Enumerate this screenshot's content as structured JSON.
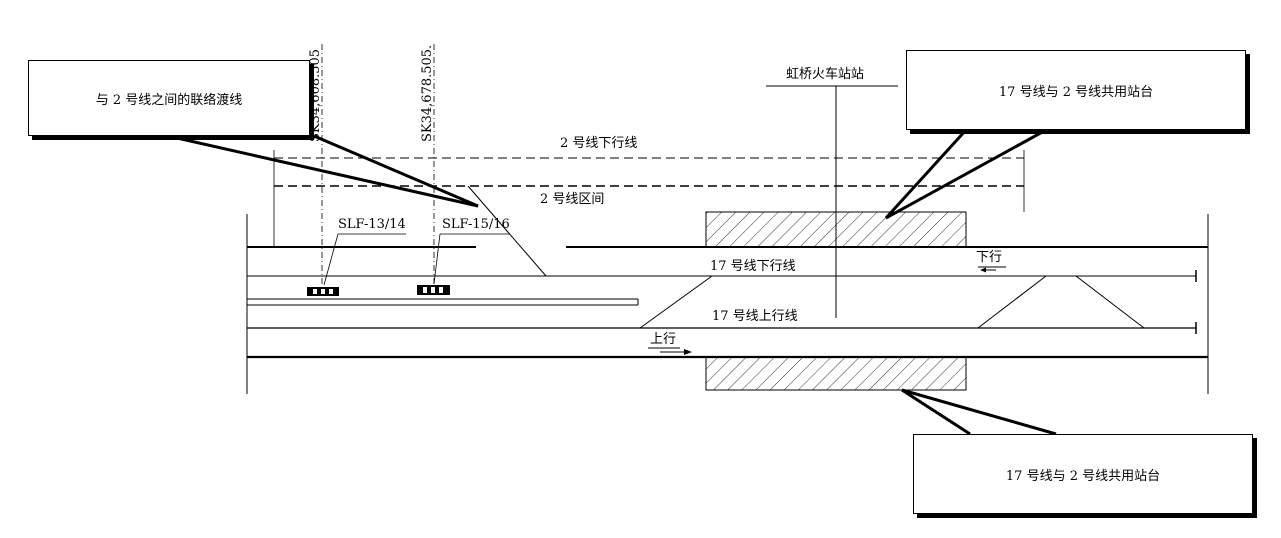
{
  "callouts": {
    "left": "与 2 号线之间的联络渡线",
    "top_right": "17 号线与 2 号线共用站台",
    "bottom_right": "17 号线与 2 号线共用站台"
  },
  "labels": {
    "station": "虹桥火车站站",
    "line2_down": "2 号线下行线",
    "line2_section": "2 号线区间",
    "line17_down": "17 号线下行线",
    "line17_up": "17 号线上行线",
    "dir_down": "下行",
    "dir_up": "上行",
    "signal_1": "SLF-13/14",
    "signal_2": "SLF-15/16",
    "chainage_1": "SK34,608.505",
    "chainage_2": "SK34,678.505."
  }
}
